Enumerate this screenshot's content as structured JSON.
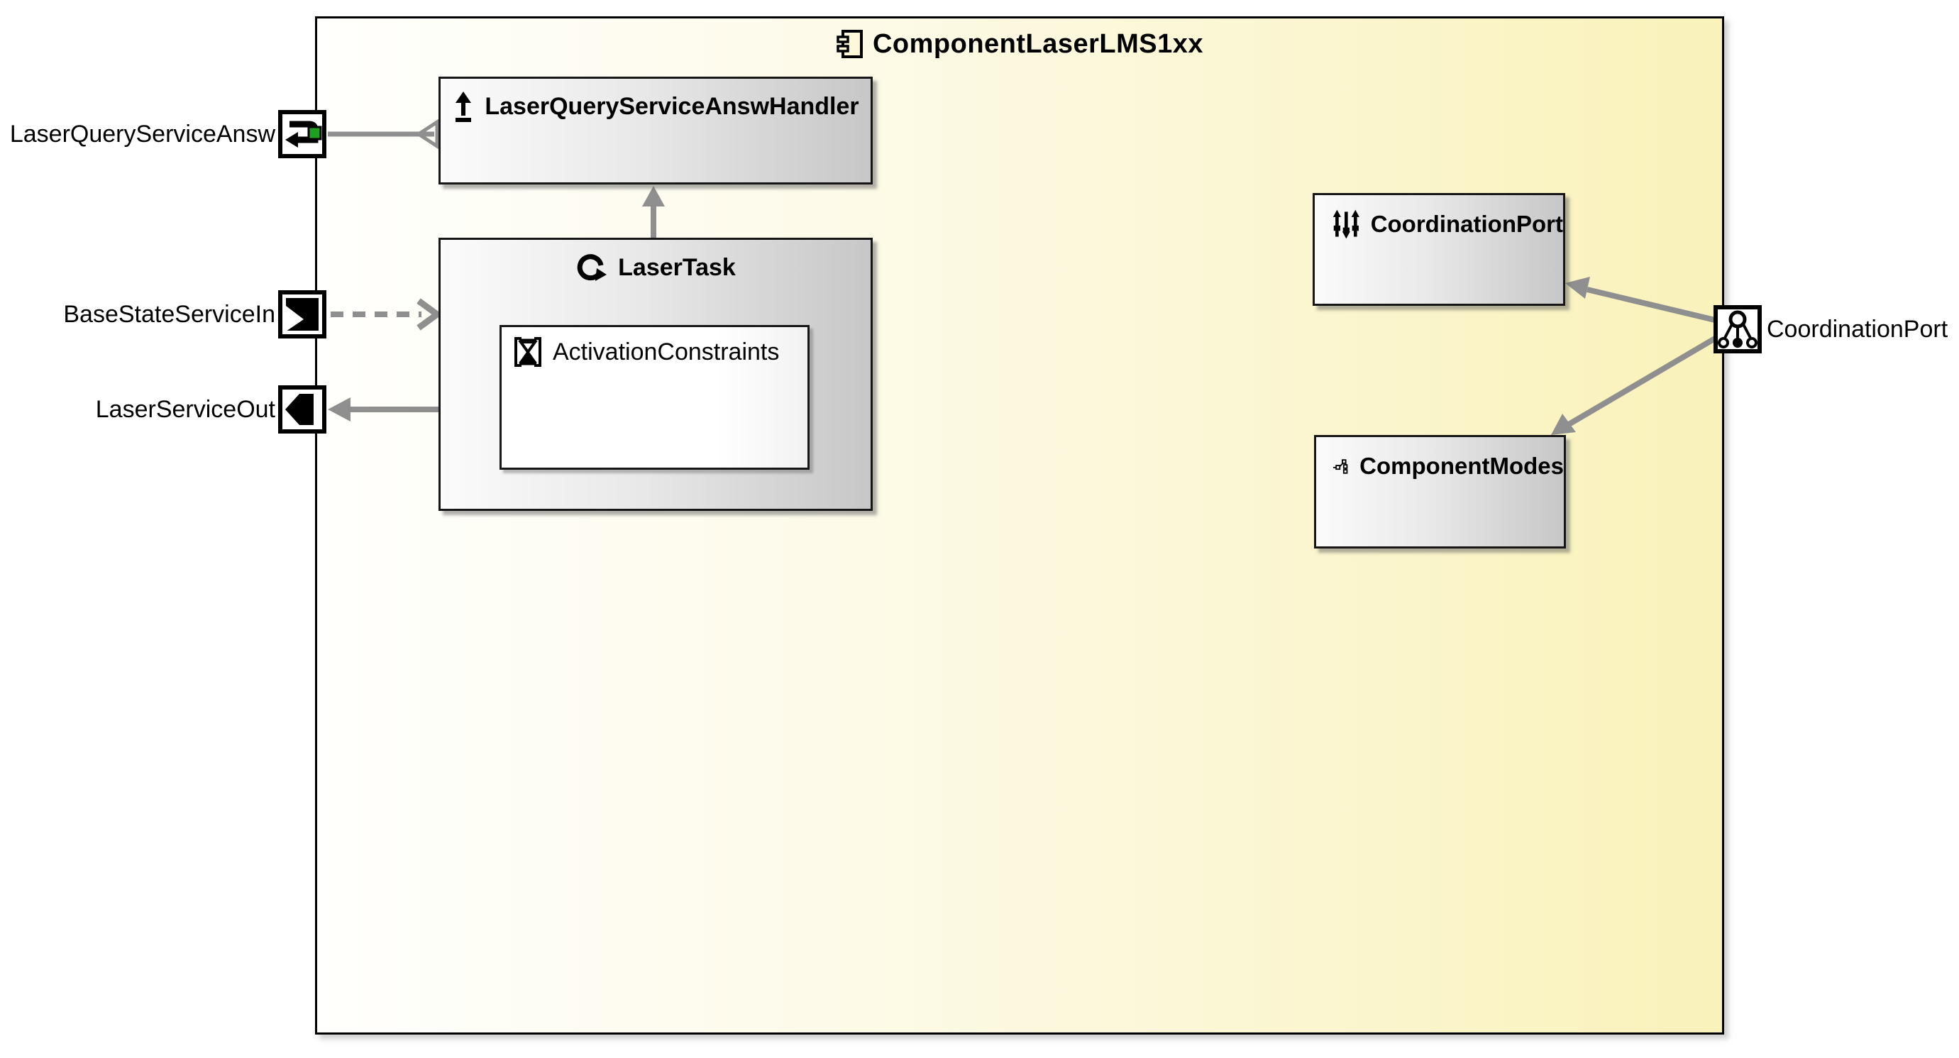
{
  "component": {
    "title": "ComponentLaserLMS1xx"
  },
  "blocks": {
    "handler": {
      "label": "LaserQueryServiceAnswHandler"
    },
    "task": {
      "label": "LaserTask"
    },
    "activation": {
      "label": "ActivationConstraints"
    },
    "coordination": {
      "label": "CoordinationPort"
    },
    "modes": {
      "label": "ComponentModes"
    }
  },
  "ports": {
    "laser_query_answ": {
      "label": "LaserQueryServiceAnsw",
      "kind": "answer-port"
    },
    "base_state_in": {
      "label": "BaseStateServiceIn",
      "kind": "input-port"
    },
    "laser_out": {
      "label": "LaserServiceOut",
      "kind": "output-port"
    },
    "coordination": {
      "label": "CoordinationPort",
      "kind": "coordination-master-port"
    }
  },
  "colors": {
    "component_fill_right": "#f9f2ba",
    "block_fill_dark": "#c7c7c7",
    "connection_line": "#8f8f8f",
    "port_green_marker": "#1fa11f",
    "border": "#000000"
  }
}
